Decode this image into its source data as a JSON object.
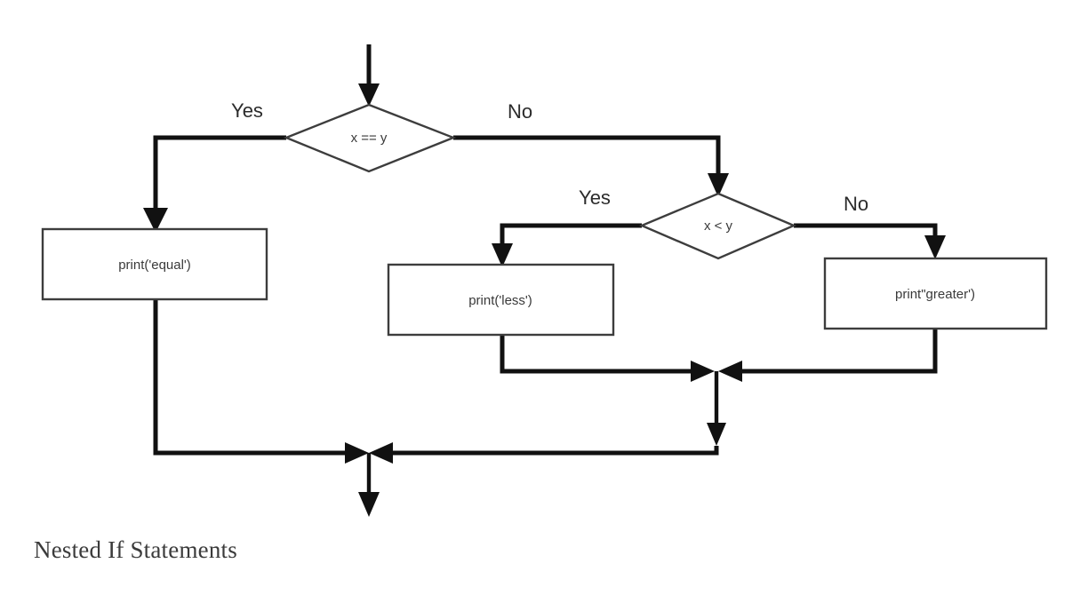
{
  "diagram": {
    "caption": "Nested If Statements",
    "type": "flowchart",
    "colors": {
      "background": "#ffffff",
      "shape_stroke": "#3d3d3d",
      "connector": "#111111",
      "node_text": "#3a3a3a",
      "label_text": "#2b2b2b",
      "caption_text": "#3b3b3b"
    },
    "nodes": [
      {
        "id": "decision-equal",
        "shape": "diamond",
        "text": "x == y"
      },
      {
        "id": "decision-less",
        "shape": "diamond",
        "text": "x < y"
      },
      {
        "id": "process-equal",
        "shape": "rectangle",
        "text": "print('equal')"
      },
      {
        "id": "process-less",
        "shape": "rectangle",
        "text": "print('less')"
      },
      {
        "id": "process-greater",
        "shape": "rectangle",
        "text": "print\"greater')"
      }
    ],
    "branch_labels": {
      "equal_yes": "Yes",
      "equal_no": "No",
      "less_yes": "Yes",
      "less_no": "No"
    },
    "edges": [
      {
        "from": "entry",
        "to": "decision-equal",
        "label": ""
      },
      {
        "from": "decision-equal",
        "to": "process-equal",
        "label": "Yes"
      },
      {
        "from": "decision-equal",
        "to": "decision-less",
        "label": "No"
      },
      {
        "from": "decision-less",
        "to": "process-less",
        "label": "Yes"
      },
      {
        "from": "decision-less",
        "to": "process-greater",
        "label": "No"
      },
      {
        "from": "process-less",
        "to": "inner-merge",
        "label": ""
      },
      {
        "from": "process-greater",
        "to": "inner-merge",
        "label": ""
      },
      {
        "from": "process-equal",
        "to": "outer-merge",
        "label": ""
      },
      {
        "from": "inner-merge",
        "to": "outer-merge",
        "label": ""
      },
      {
        "from": "outer-merge",
        "to": "exit",
        "label": ""
      }
    ]
  }
}
